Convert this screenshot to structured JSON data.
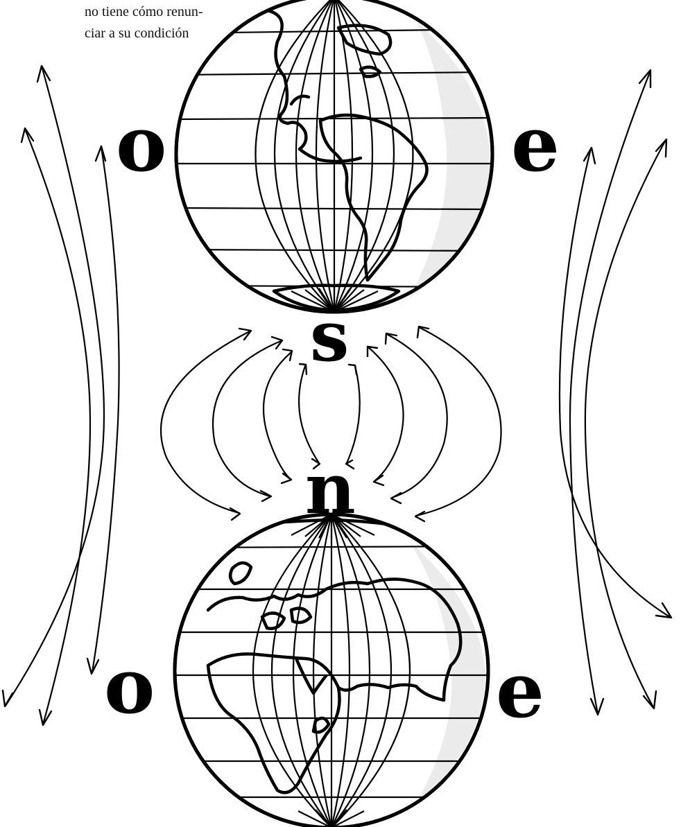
{
  "caption": {
    "line1": "no tiene cómo renun-",
    "line2": "ciar a su condición"
  },
  "labels": {
    "west_top": "o",
    "east_top": "e",
    "south": "s",
    "north": "n",
    "west_bottom": "o",
    "east_bottom": "e"
  }
}
